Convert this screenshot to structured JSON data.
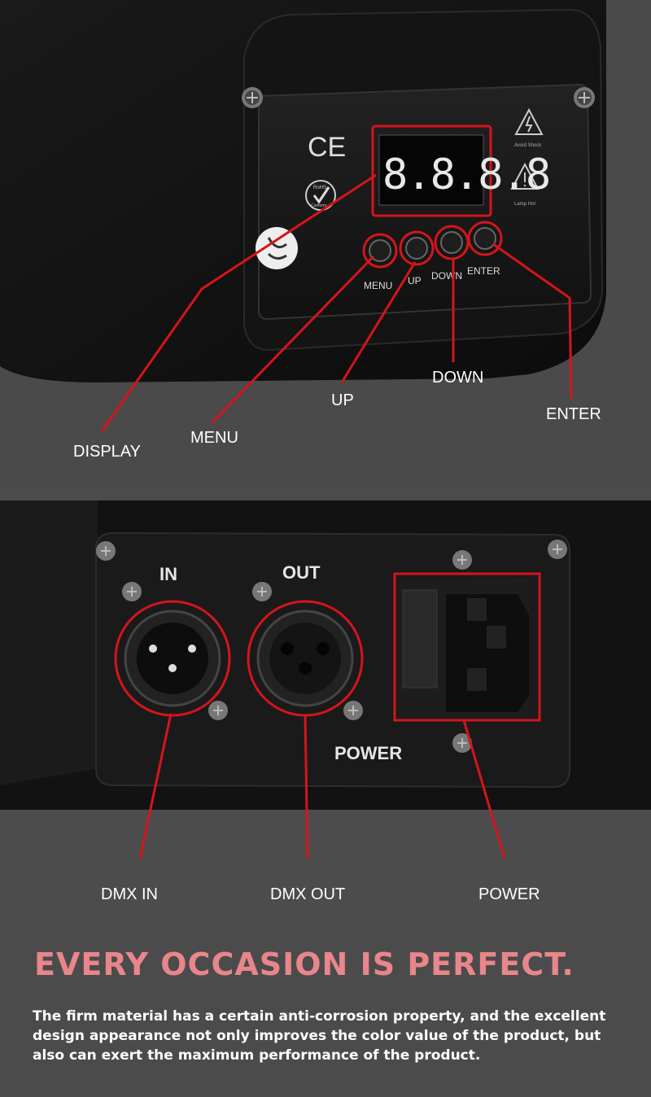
{
  "top": {
    "panel_marks": {
      "ce": "CE",
      "rohs_top": "RoHS",
      "rohs_bottom": "Conform",
      "warn1": "Avoid Shock",
      "warn2": "Lamp Hot"
    },
    "display_digits": "8.8.8.8",
    "button_labels": [
      "MENU",
      "UP",
      "DOWN",
      "ENTER"
    ],
    "callouts": {
      "display": "DISPLAY",
      "menu": "MENU",
      "up": "UP",
      "down": "DOWN",
      "enter": "ENTER"
    }
  },
  "bottom": {
    "panel_labels": {
      "in": "IN",
      "out": "OUT",
      "power": "POWER"
    },
    "callouts": {
      "dmx_in": "DMX IN",
      "dmx_out": "DMX OUT",
      "power": "POWER"
    }
  },
  "footer": {
    "headline": "EVERY OCCASION IS PERFECT.",
    "body": "The firm material has a certain anti-corrosion property, and the excellent design appearance not only improves the color value of the product, but also can exert the maximum performance of the product."
  },
  "colors": {
    "accent_red": "#d4151b",
    "headline_pink": "#e8868b",
    "background": "#4b4b4b"
  }
}
